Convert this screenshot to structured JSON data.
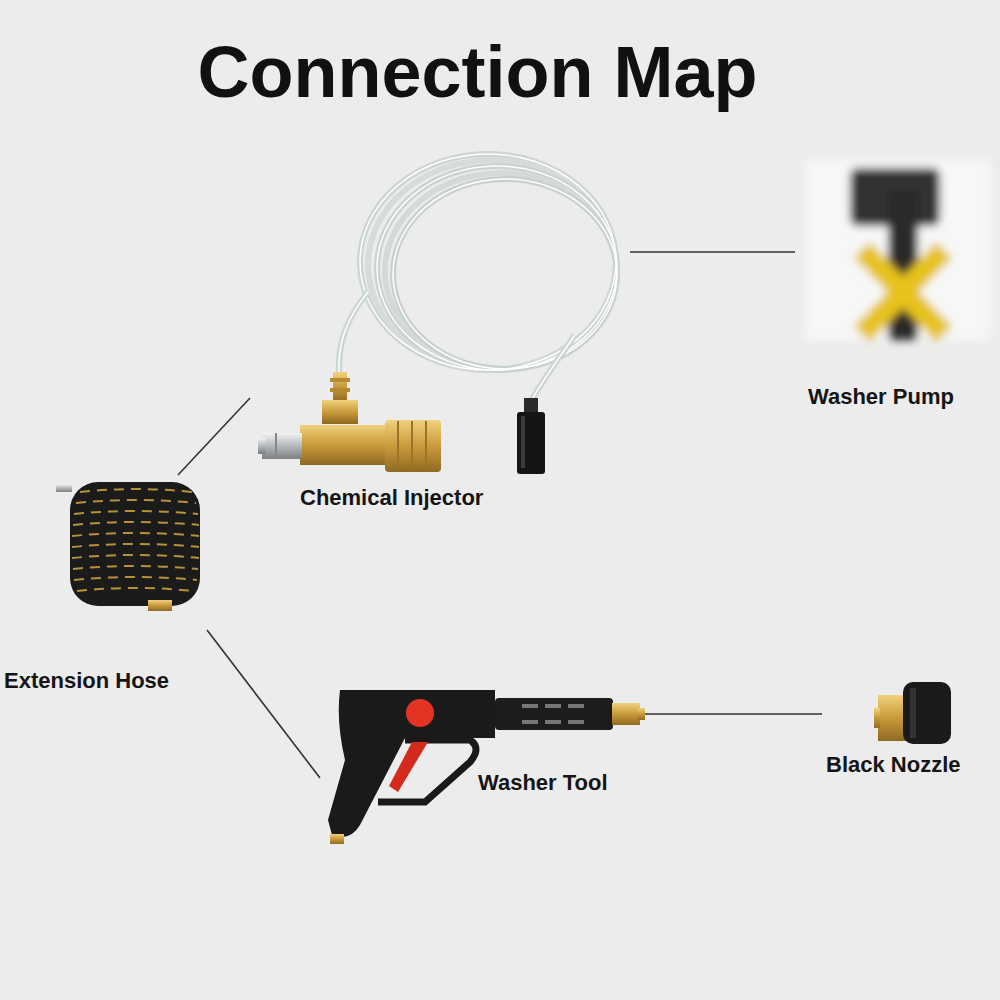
{
  "diagram": {
    "title": "Connection Map",
    "nodes": [
      {
        "text": [
          "Chemical Injector"
        ]
      },
      {
        "text": [
          "Washer Pump"
        ]
      },
      {
        "text": [
          "Extension Hose"
        ]
      },
      {
        "text": [
          "Washer Tool"
        ]
      },
      {
        "text": [
          "Black Nozzle"
        ]
      }
    ],
    "edges": [
      {
        "from": 0,
        "to": 1,
        "arrow": "none"
      },
      {
        "from": 0,
        "to": 2,
        "arrow": "none"
      },
      {
        "from": 2,
        "to": 3,
        "arrow": "none"
      },
      {
        "from": 3,
        "to": 4,
        "arrow": "none"
      }
    ]
  }
}
